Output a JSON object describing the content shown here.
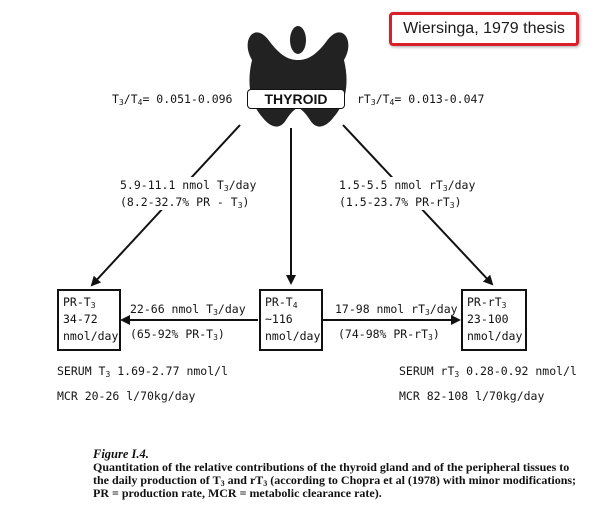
{
  "citation": "Wiersinga, 1979 thesis",
  "thyroid": {
    "label": "THYROID",
    "ratio_left": {
      "pre": "T",
      "sub1": "3",
      "mid": "/T",
      "sub2": "4",
      "post": "= 0.051-0.096"
    },
    "ratio_right": {
      "pre": "rT",
      "sub1": "3",
      "mid": "/T",
      "sub2": "4",
      "post": "= 0.013-0.047"
    }
  },
  "left_arrow_label": {
    "line1_pre": "5.9-11.1 nmol T",
    "line1_sub": "3",
    "line1_post": "/day",
    "line2_pre": "(8.2-32.7% PR - T",
    "line2_sub": "3",
    "line2_post": ")"
  },
  "right_arrow_label": {
    "line1_pre": "1.5-5.5 nmol  rT",
    "line1_sub": "3",
    "line1_post": "/day",
    "line2_pre": "(1.5-23.7% PR-rT",
    "line2_sub": "3",
    "line2_post": ")"
  },
  "boxes": {
    "pr_t3": {
      "title_pre": "PR-T",
      "title_sub": "3",
      "value": "34-72",
      "unit": "nmol/day"
    },
    "pr_t4": {
      "title_pre": "PR-T",
      "title_sub": "4",
      "value": "~116",
      "unit": "nmol/day"
    },
    "pr_rt3": {
      "title_pre": "PR-rT",
      "title_sub": "3",
      "value": "23-100",
      "unit": "nmol/day"
    }
  },
  "center_left_label": {
    "line1_pre": "22-66 nmol T",
    "line1_sub": "3",
    "line1_post": "/day",
    "line2_pre": "(65-92% PR-T",
    "line2_sub": "3",
    "line2_post": ")"
  },
  "center_right_label": {
    "line1_pre": "17-98 nmol rT",
    "line1_sub": "3",
    "line1_post": "/day",
    "line2_pre": "(74-98% PR-rT",
    "line2_sub": "3",
    "line2_post": ")"
  },
  "serum_left": {
    "pre": "SERUM T",
    "sub": "3",
    "post": " 1.69-2.77 nmol/l",
    "mcr": "MCR 20-26 l/70kg/day"
  },
  "serum_right": {
    "pre": "SERUM rT",
    "sub": "3",
    "post": " 0.28-0.92 nmol/l",
    "mcr": "MCR 82-108 l/70kg/day"
  },
  "caption": {
    "figure": "Figure I.4.",
    "line1": "Quantitation of the relative contributions of the thyroid gland and of the peripheral tissues to",
    "line2_pre": "the daily production of T",
    "line2_sub1": "3",
    "line2_mid": " and rT",
    "line2_sub2": "3",
    "line2_post": " (according to Chopra et al (1978) with minor modifications;",
    "line3": "PR = production rate, MCR = metabolic clearance rate)."
  }
}
